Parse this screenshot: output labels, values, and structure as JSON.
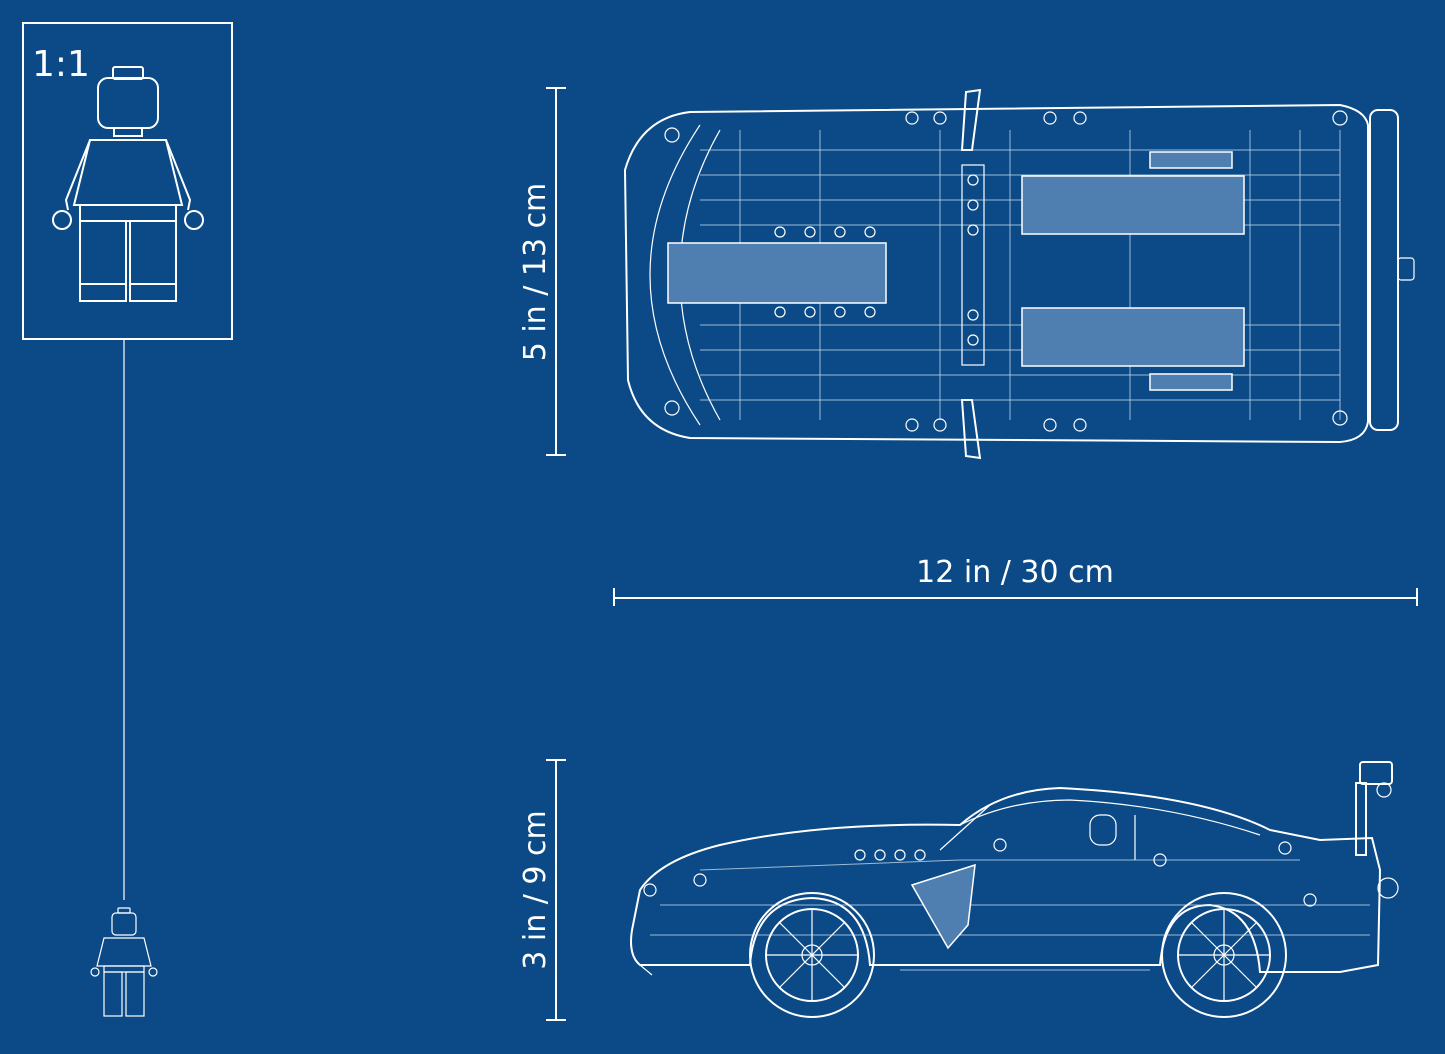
{
  "colors": {
    "background": "#0b4a86",
    "line": "#ffffff",
    "panel": "#4f7eb0"
  },
  "scale_box": {
    "label": "1:1"
  },
  "dimensions": {
    "width_top_view": "5 in / 13 cm",
    "length": "12 in / 30 cm",
    "height_side_view": "3 in / 9 cm"
  },
  "icons": [
    "minifigure-icon",
    "car-top-view-icon",
    "car-side-view-icon"
  ]
}
